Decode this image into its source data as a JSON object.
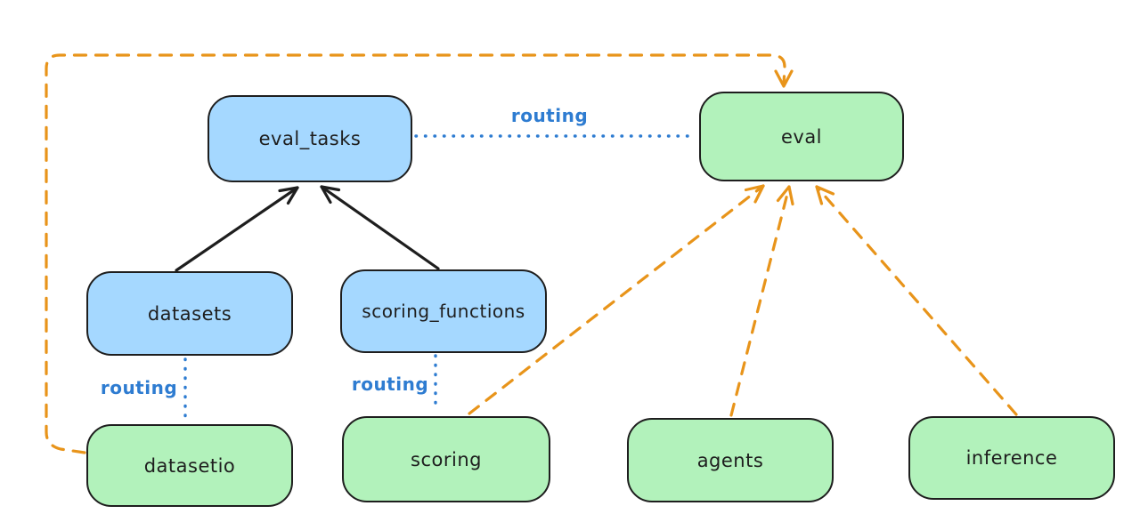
{
  "diagram": {
    "nodes": {
      "eval_tasks": {
        "label": "eval_tasks",
        "color": "blue"
      },
      "eval": {
        "label": "eval",
        "color": "green"
      },
      "datasets": {
        "label": "datasets",
        "color": "blue"
      },
      "scoring_functions": {
        "label": "scoring_functions",
        "color": "blue"
      },
      "datasetio": {
        "label": "datasetio",
        "color": "green"
      },
      "scoring": {
        "label": "scoring",
        "color": "green"
      },
      "agents": {
        "label": "agents",
        "color": "green"
      },
      "inference": {
        "label": "inference",
        "color": "green"
      }
    },
    "labels": [
      {
        "text": "routing",
        "edge": "eval_tasks-eval"
      },
      {
        "text": "routing",
        "edge": "datasets-datasetio"
      },
      {
        "text": "routing",
        "edge": "scoring_functions-scoring"
      }
    ],
    "edges": [
      {
        "from": "datasets",
        "to": "eval_tasks",
        "style": "solid-black-arrow"
      },
      {
        "from": "scoring_functions",
        "to": "eval_tasks",
        "style": "solid-black-arrow"
      },
      {
        "from": "eval_tasks",
        "to": "eval",
        "style": "dotted-blue",
        "label": "routing"
      },
      {
        "from": "datasets",
        "to": "datasetio",
        "style": "dotted-blue",
        "label": "routing"
      },
      {
        "from": "scoring_functions",
        "to": "scoring",
        "style": "dotted-blue",
        "label": "routing"
      },
      {
        "from": "datasetio",
        "to": "eval",
        "style": "dashed-orange-arrow",
        "path": "around-left-top"
      },
      {
        "from": "scoring",
        "to": "eval",
        "style": "dashed-orange-arrow"
      },
      {
        "from": "agents",
        "to": "eval",
        "style": "dashed-orange-arrow"
      },
      {
        "from": "inference",
        "to": "eval",
        "style": "dashed-orange-arrow"
      }
    ],
    "colors": {
      "blue_fill": "#a5d8ff",
      "green_fill": "#b2f2bb",
      "stroke": "#1e1e1e",
      "orange_dash": "#e8941a",
      "blue_routing": "#2e7cd1",
      "background": "#ffffff"
    }
  }
}
